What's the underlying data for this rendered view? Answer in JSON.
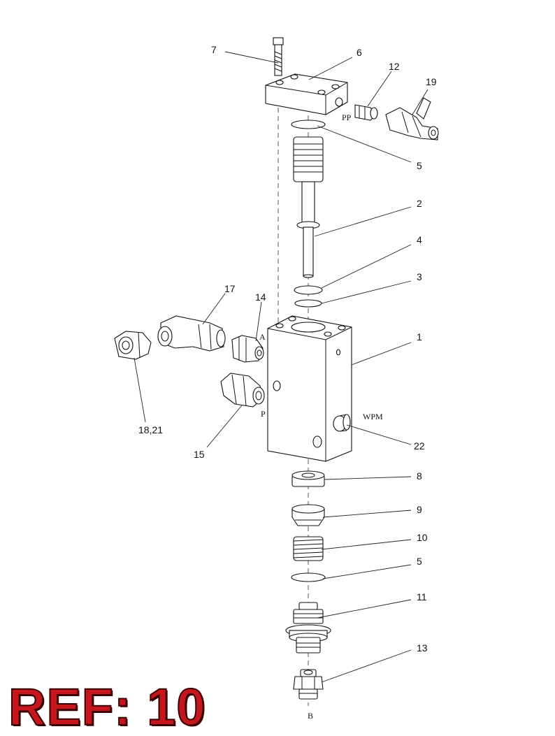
{
  "ref_badge": "REF: 10",
  "callouts": {
    "c1": "1",
    "c2": "2",
    "c3": "3",
    "c4": "4",
    "c5a": "5",
    "c5b": "5",
    "c6": "6",
    "c7": "7",
    "c8": "8",
    "c9": "9",
    "c10": "10",
    "c11": "11",
    "c12": "12",
    "c13": "13",
    "c14": "14",
    "c15": "15",
    "c17": "17",
    "c18_21": "18,21",
    "c19": "19",
    "c22": "22"
  },
  "ports": {
    "pp": "PP",
    "a": "A",
    "p": "P",
    "wpm": "WPM",
    "b": "B"
  },
  "colors": {
    "badge_red": "#c4161c",
    "badge_outline": "#3a0000",
    "line": "#111111"
  }
}
